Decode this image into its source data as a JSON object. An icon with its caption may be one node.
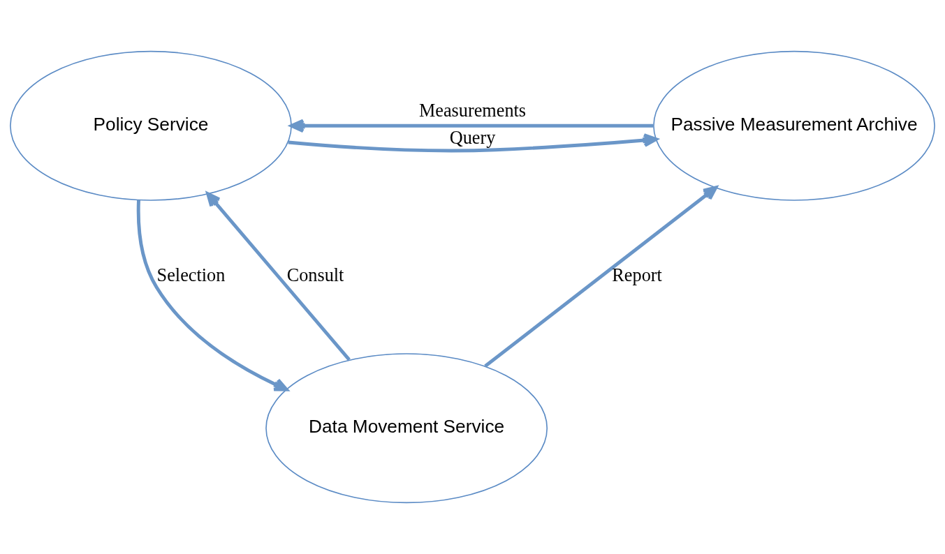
{
  "diagram": {
    "nodes": [
      {
        "text": [
          "Policy Service"
        ]
      },
      {
        "text": [
          "Passive Measurement Archive"
        ]
      },
      {
        "text": [
          "Data Movement Service"
        ]
      }
    ],
    "edges": [
      {
        "from": 0,
        "to": 1,
        "arrow": "to",
        "label": "Query"
      },
      {
        "from": 1,
        "to": 0,
        "arrow": "to",
        "label": "Measurements"
      },
      {
        "from": 2,
        "to": 0,
        "arrow": "to",
        "label": "Consult"
      },
      {
        "from": 0,
        "to": 2,
        "arrow": "to",
        "label": "Selection"
      },
      {
        "from": 2,
        "to": 1,
        "arrow": "to",
        "label": "Report"
      }
    ]
  }
}
